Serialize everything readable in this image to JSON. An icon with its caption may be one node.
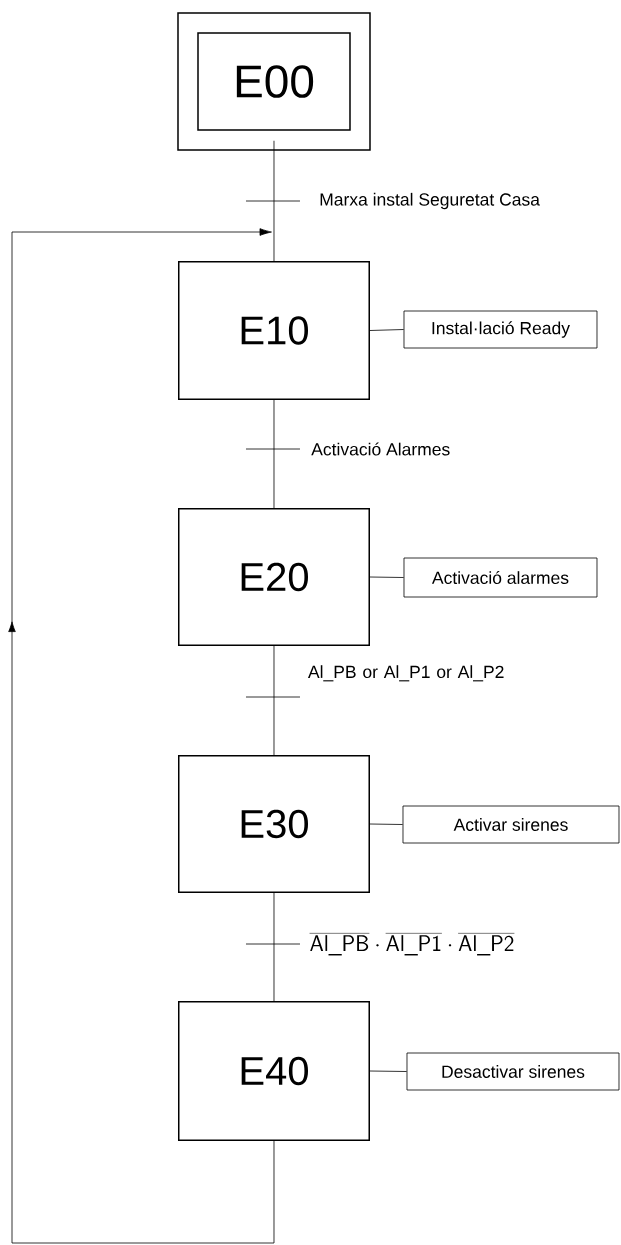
{
  "diagram": {
    "nodes": [
      {
        "text": [
          "E00"
        ]
      },
      {
        "text": [
          "E10"
        ]
      },
      {
        "text": [
          "Instal·lació Ready"
        ]
      },
      {
        "text": [
          "E20"
        ]
      },
      {
        "text": [
          "Activació alarmes"
        ]
      },
      {
        "text": [
          "E30"
        ]
      },
      {
        "text": [
          "Activar sirenes"
        ]
      },
      {
        "text": [
          "E40"
        ]
      },
      {
        "text": [
          "Desactivar sirenes"
        ]
      }
    ],
    "edges": [
      {
        "from": 0,
        "to": 1,
        "arrow": "none",
        "label": "Marxa instal Seguretat Casa"
      },
      {
        "from": 1,
        "to": 2,
        "arrow": "none"
      },
      {
        "from": 1,
        "to": 3,
        "arrow": "none",
        "label": "Activació Alarmes"
      },
      {
        "from": 3,
        "to": 4,
        "arrow": "none"
      },
      {
        "from": 3,
        "to": 5,
        "arrow": "none",
        "label": "Al_PB or Al_P1 or Al_P2"
      },
      {
        "from": 5,
        "to": 6,
        "arrow": "none"
      },
      {
        "from": 5,
        "to": 7,
        "arrow": "none",
        "label": "\\overline{\\mathsf{Al\\_PB}}\\cdot\\overline{\\mathsf{Al\\_P1}}\\cdot\\overline{\\mathsf{Al\\_P2}}"
      },
      {
        "from": 7,
        "to": 8,
        "arrow": "none"
      },
      {
        "from": 7,
        "to": 1,
        "arrow": "to"
      }
    ]
  }
}
